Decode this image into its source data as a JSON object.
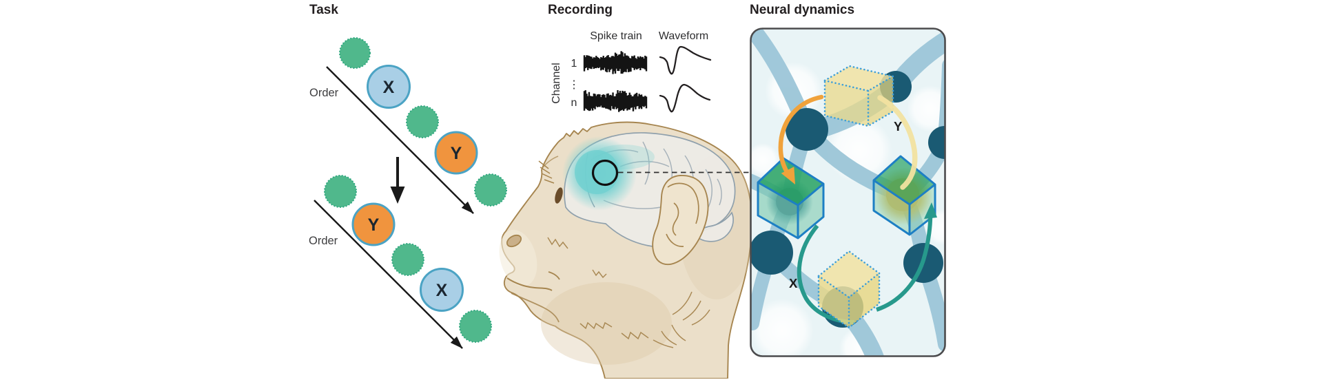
{
  "task": {
    "title": "Task",
    "order_label": "Order",
    "stimulus_x": "X",
    "stimulus_y": "Y",
    "sequence_top": [
      "distractor",
      "X",
      "distractor",
      "Y",
      "distractor"
    ],
    "sequence_bottom": [
      "distractor",
      "Y",
      "distractor",
      "X",
      "distractor"
    ],
    "colors": {
      "distractor_fill": "#50b88c",
      "distractor_stroke": "#2aa57c",
      "x_fill": "#a9cfe6",
      "y_fill": "#f0943e",
      "stimulus_stroke": "#4ba3c4"
    }
  },
  "recording": {
    "title": "Recording",
    "spike_train_label": "Spike train",
    "waveform_label": "Waveform",
    "channel_label": "Channel",
    "channel_first": "1",
    "channel_ellipsis": "⋮",
    "channel_last": "n"
  },
  "neural_dynamics": {
    "title": "Neural dynamics",
    "x_label": "X",
    "y_label": "Y",
    "colors": {
      "panel_background": "#e9f4f6",
      "edge_band": "#9cc6d8",
      "node": "#1a5a73",
      "orange_arrow": "#f0a23b",
      "yellow_arrow": "#f2e1a0",
      "teal_arrow": "#27998c",
      "cube_edge_solid": "#1d7fc4",
      "cube_edge_dotted": "#3f9fd8",
      "cube_green": "#2ca466",
      "cube_yellow": "#ead989"
    }
  }
}
